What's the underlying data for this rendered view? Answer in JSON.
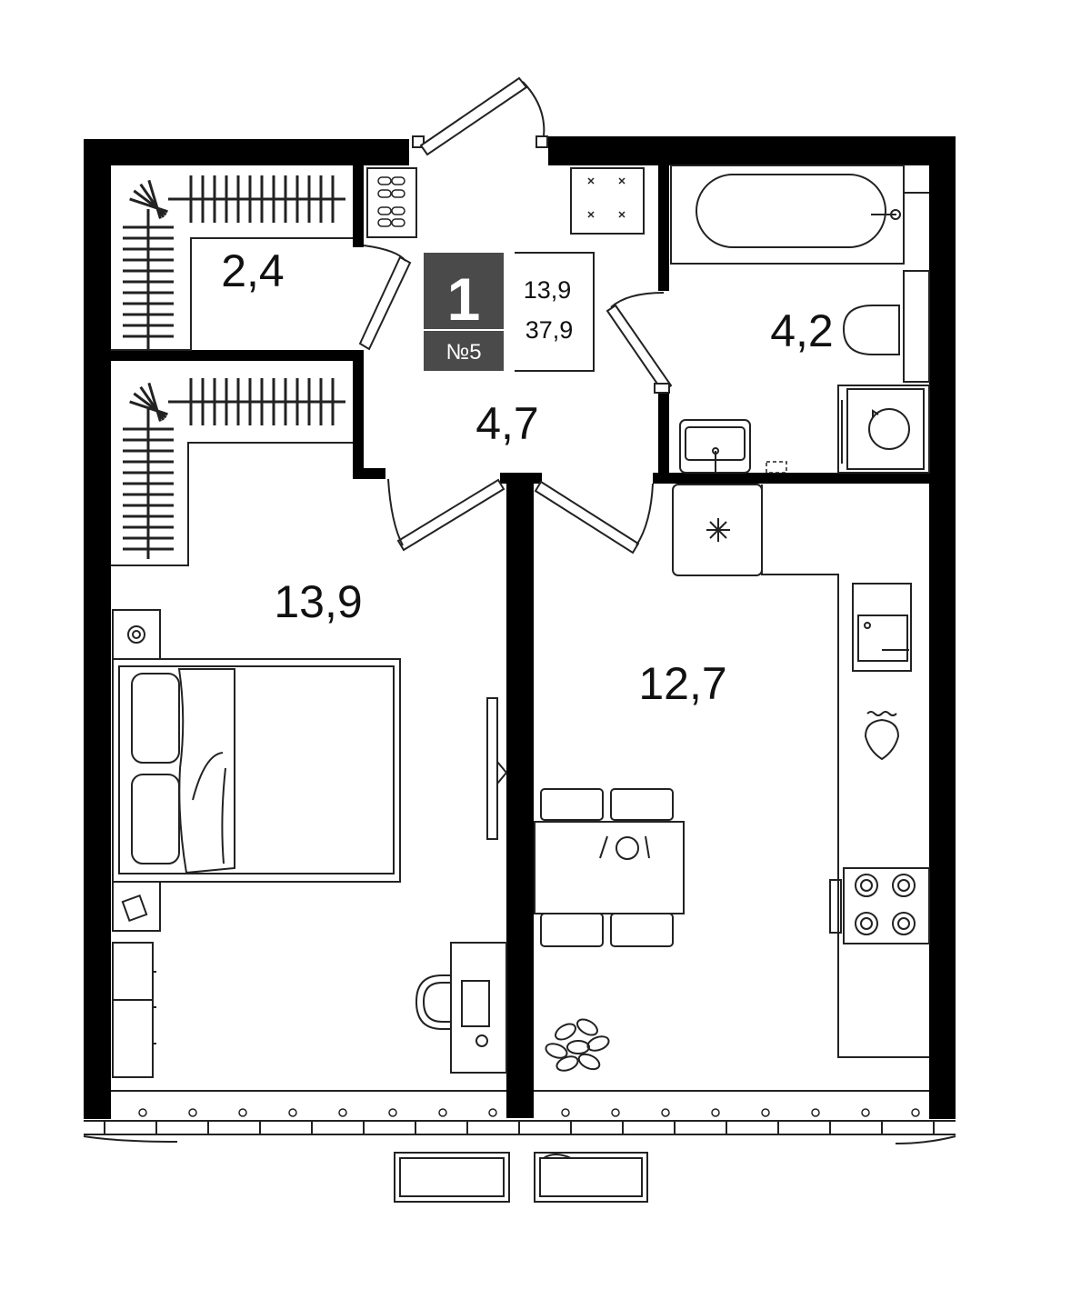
{
  "apartment": {
    "rooms_count": "1",
    "number": "№5",
    "living_area": "13,9",
    "total_area": "37,9"
  },
  "rooms": {
    "wardrobe": {
      "area": "2,4"
    },
    "hall": {
      "area": "4,7"
    },
    "bathroom": {
      "area": "4,2"
    },
    "bedroom": {
      "area": "13,9"
    },
    "kitchen": {
      "area": "12,7"
    }
  },
  "colors": {
    "wall": "#000000",
    "badge": "#4a4a4a",
    "line": "#222222"
  }
}
